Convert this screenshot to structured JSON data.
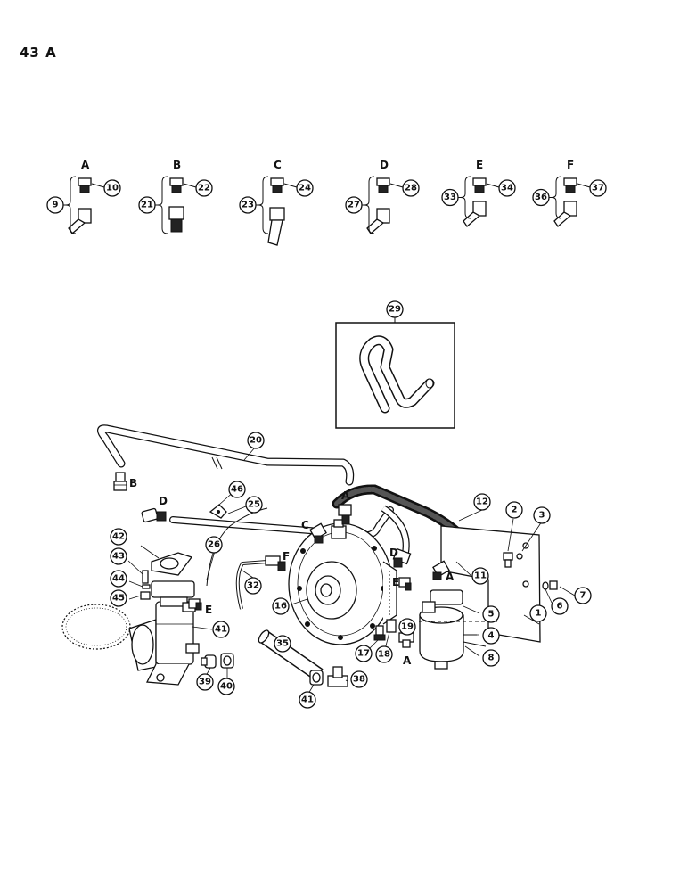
{
  "page": {
    "label": "43 A"
  },
  "fitting_groups": [
    {
      "letter": "A",
      "group_no": "9",
      "top_no": "10"
    },
    {
      "letter": "B",
      "group_no": "21",
      "top_no": "22"
    },
    {
      "letter": "C",
      "group_no": "23",
      "top_no": "24"
    },
    {
      "letter": "D",
      "group_no": "27",
      "top_no": "28"
    },
    {
      "letter": "E",
      "group_no": "33",
      "top_no": "34"
    },
    {
      "letter": "F",
      "group_no": "36",
      "top_no": "37"
    }
  ],
  "inset": {
    "callout": "29"
  },
  "callouts": [
    "1",
    "2",
    "3",
    "4",
    "5",
    "6",
    "7",
    "8",
    "11",
    "12",
    "16",
    "17",
    "18",
    "19",
    "20",
    "25",
    "26",
    "32",
    "35",
    "38",
    "39",
    "40",
    "41",
    "41",
    "42",
    "43",
    "44",
    "45",
    "46"
  ],
  "connection_letters": [
    "A",
    "A",
    "A",
    "B",
    "C",
    "D",
    "D",
    "E",
    "E",
    "F"
  ]
}
